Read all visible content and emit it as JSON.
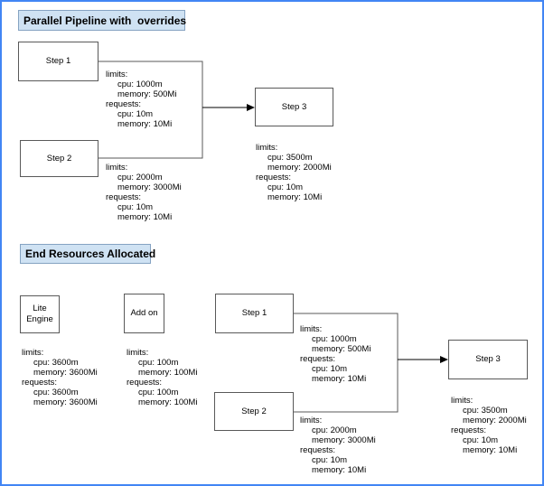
{
  "titles": {
    "top": "Parallel Pipeline with  overrides",
    "bottom": "End Resources Allocated"
  },
  "nodes": {
    "top_step1": {
      "label": "Step 1"
    },
    "top_step2": {
      "label": "Step 2"
    },
    "top_step3": {
      "label": "Step 3"
    },
    "bottom_lite_engine": {
      "label": "Lite Engine"
    },
    "bottom_addon": {
      "label": "Add on"
    },
    "bottom_step1": {
      "label": "Step 1"
    },
    "bottom_step2": {
      "label": "Step 2"
    },
    "bottom_step3": {
      "label": "Step 3"
    }
  },
  "resources": {
    "top_step1": {
      "lines": [
        {
          "text": "limits:",
          "indent": 0
        },
        {
          "text": "cpu: 1000m",
          "indent": 1
        },
        {
          "text": "memory: 500Mi",
          "indent": 1
        },
        {
          "text": "requests:",
          "indent": 0
        },
        {
          "text": "cpu: 10m",
          "indent": 1
        },
        {
          "text": "memory: 10Mi",
          "indent": 1
        }
      ]
    },
    "top_step2": {
      "lines": [
        {
          "text": "limits:",
          "indent": 0
        },
        {
          "text": "cpu: 2000m",
          "indent": 1
        },
        {
          "text": "memory: 3000Mi",
          "indent": 1
        },
        {
          "text": "requests:",
          "indent": 0
        },
        {
          "text": "cpu: 10m",
          "indent": 1
        },
        {
          "text": "memory: 10Mi",
          "indent": 1
        }
      ]
    },
    "top_step3": {
      "lines": [
        {
          "text": "limits:",
          "indent": 0
        },
        {
          "text": "cpu: 3500m",
          "indent": 1
        },
        {
          "text": "memory: 2000Mi",
          "indent": 1
        },
        {
          "text": "requests:",
          "indent": 0
        },
        {
          "text": "cpu: 10m",
          "indent": 1
        },
        {
          "text": "memory: 10Mi",
          "indent": 1
        }
      ]
    },
    "bottom_lite_engine": {
      "lines": [
        {
          "text": "limits:",
          "indent": 0
        },
        {
          "text": "cpu: 3600m",
          "indent": 1
        },
        {
          "text": "memory: 3600Mi",
          "indent": 1
        },
        {
          "text": "requests:",
          "indent": 0
        },
        {
          "text": "cpu: 3600m",
          "indent": 1
        },
        {
          "text": "memory: 3600Mi",
          "indent": 1
        }
      ]
    },
    "bottom_addon": {
      "lines": [
        {
          "text": "limits:",
          "indent": 0
        },
        {
          "text": "cpu: 100m",
          "indent": 1
        },
        {
          "text": "memory: 100Mi",
          "indent": 1
        },
        {
          "text": "requests:",
          "indent": 0
        },
        {
          "text": "cpu: 100m",
          "indent": 1
        },
        {
          "text": "memory: 100Mi",
          "indent": 1
        }
      ]
    },
    "bottom_step1": {
      "lines": [
        {
          "text": "limits:",
          "indent": 0
        },
        {
          "text": "cpu: 1000m",
          "indent": 1
        },
        {
          "text": "memory: 500Mi",
          "indent": 1
        },
        {
          "text": "requests:",
          "indent": 0
        },
        {
          "text": "cpu: 10m",
          "indent": 1
        },
        {
          "text": "memory: 10Mi",
          "indent": 1
        }
      ]
    },
    "bottom_step2": {
      "lines": [
        {
          "text": "limits:",
          "indent": 0
        },
        {
          "text": "cpu: 2000m",
          "indent": 1
        },
        {
          "text": "memory: 3000Mi",
          "indent": 1
        },
        {
          "text": "requests:",
          "indent": 0
        },
        {
          "text": "cpu: 10m",
          "indent": 1
        },
        {
          "text": "memory: 10Mi",
          "indent": 1
        }
      ]
    },
    "bottom_step3": {
      "lines": [
        {
          "text": "limits:",
          "indent": 0
        },
        {
          "text": "cpu: 3500m",
          "indent": 1
        },
        {
          "text": "memory: 2000Mi",
          "indent": 1
        },
        {
          "text": "requests:",
          "indent": 0
        },
        {
          "text": "cpu: 10m",
          "indent": 1
        },
        {
          "text": "memory: 10Mi",
          "indent": 1
        }
      ]
    }
  },
  "colors": {
    "outer_border": "#4285f4",
    "title_fill": "#cfe2f3",
    "title_border": "#85a3c2",
    "box_border": "#595959",
    "connector": "#595959",
    "arrow": "#000000"
  }
}
